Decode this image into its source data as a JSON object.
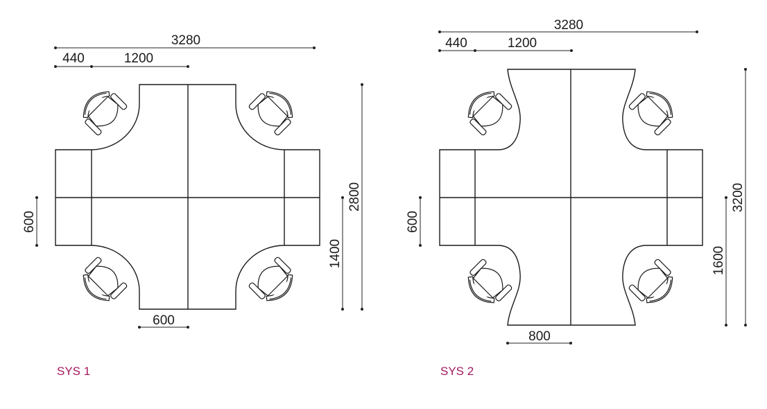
{
  "systems": [
    {
      "label": "SYS 1",
      "dimensions": {
        "overall_width": "3280",
        "return_width": "440",
        "desk_width": "1200",
        "overall_depth": "2800",
        "half_depth": "1400",
        "return_depth": "600",
        "desk_end_width": "600"
      },
      "seats": 4
    },
    {
      "label": "SYS 2",
      "dimensions": {
        "overall_width": "3280",
        "return_width": "440",
        "desk_width": "1200",
        "overall_depth": "3200",
        "half_depth": "1600",
        "return_depth": "600",
        "desk_end_width": "800"
      },
      "seats": 4
    }
  ],
  "colors": {
    "label": "#a3175f",
    "line": "#1a1a1a"
  }
}
